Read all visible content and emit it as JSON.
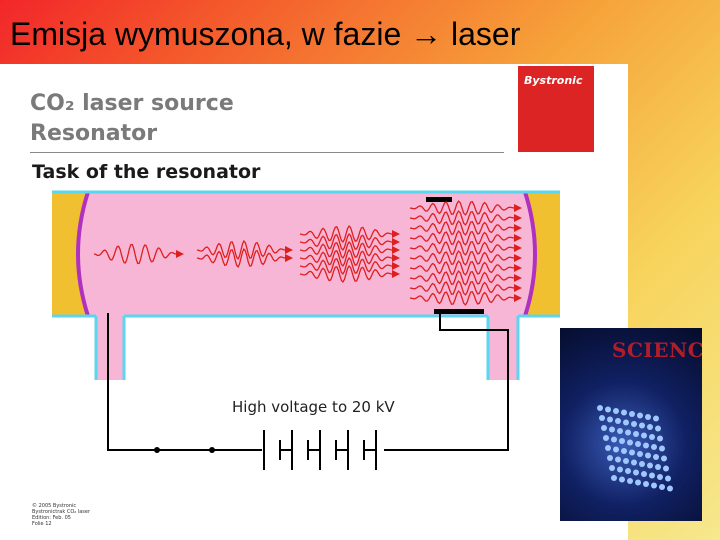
{
  "slide": {
    "title": "Emisja wymuszona, w fazie → laser"
  },
  "slide_panel": {
    "heading_line1": "CO₂ laser source",
    "heading_line2": "Resonator",
    "section_title": "Task of the resonator",
    "logo_text": "Bystronic",
    "high_voltage_label": "High voltage to 20 kV",
    "copyright_lines": [
      "© 2005 Bystronic",
      "Bystronictrak CO₂ laser",
      "Edition: Feb. 05",
      "Folie 12"
    ]
  },
  "magazine_cover": {
    "title": "SCIENCE"
  },
  "colors": {
    "tube_fill": "#f7b6d6",
    "tube_outline": "#5ad6f0",
    "wave_red": "#dd1f1f",
    "mirror_gold": "#f0c030",
    "mirror_purple": "#b030c0",
    "logo_red": "#dd2424"
  }
}
